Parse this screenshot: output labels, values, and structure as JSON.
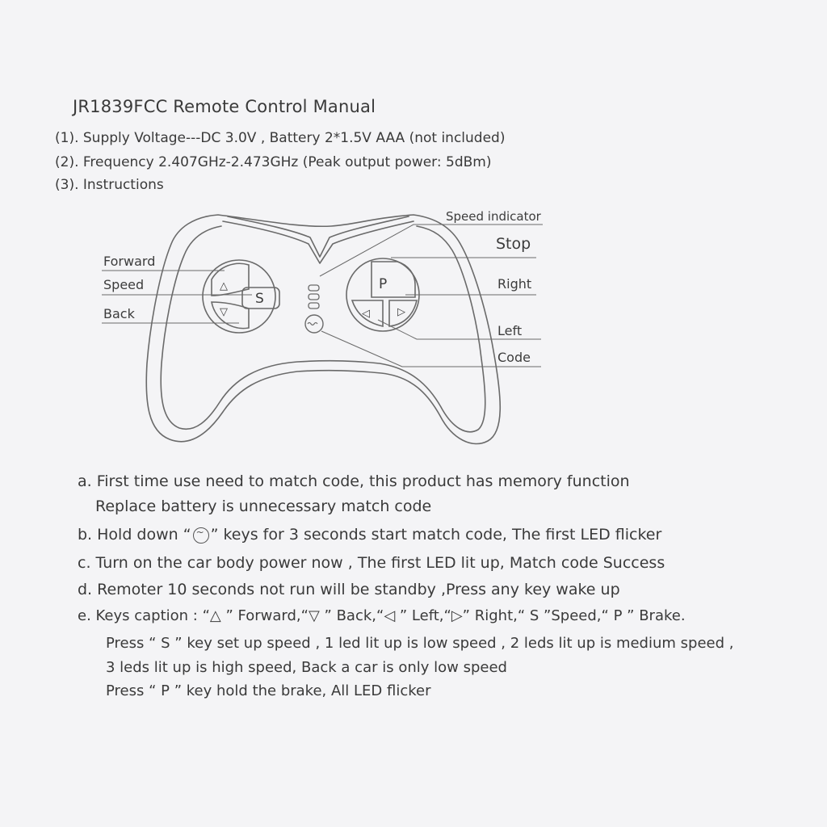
{
  "title": "JR1839FCC Remote Control Manual",
  "specs": {
    "supply": "(1). Supply Voltage---DC 3.0V , Battery  2*1.5V AAA (not included)",
    "frequency": "(2). Frequency 2.407GHz-2.473GHz (Peak output power: 5dBm)",
    "instructions": "(3). Instructions"
  },
  "diagram": {
    "labels": {
      "speed_indicator": "Speed indicator",
      "stop": "Stop",
      "forward": "Forward",
      "speed": "Speed",
      "back": "Back",
      "right": "Right",
      "left": "Left",
      "code": "Code"
    },
    "buttons": {
      "forward": "△",
      "back": "▽",
      "speed": "S",
      "park": "P",
      "left": "◁",
      "right": "▷"
    }
  },
  "notes": {
    "a1": "a. First time use need to match code, this product has memory function",
    "a2": "Replace battery is unnecessary match code",
    "b_pre": "b. Hold down “",
    "b_post": "”  keys for 3 seconds  start match code, The first LED flicker",
    "c": "c. Turn on the car body power now ,  The first LED lit up, Match code Success",
    "d": "d. Remoter  10 seconds not run will be standby ,Press any key wake up",
    "e": "e. Keys caption :  “△ ” Forward,“▽ ” Back,“◁ ” Left,“▷” Right,“ S ”Speed,“ P ” Brake.",
    "e1": "Press “ S ” key set up speed , 1 led lit up is low speed ,  2 leds lit up is medium speed ,",
    "e2": "3 leds lit up is high speed,   Back a car is only low speed",
    "e3": "Press “ P ” key hold the brake, All LED flicker"
  }
}
